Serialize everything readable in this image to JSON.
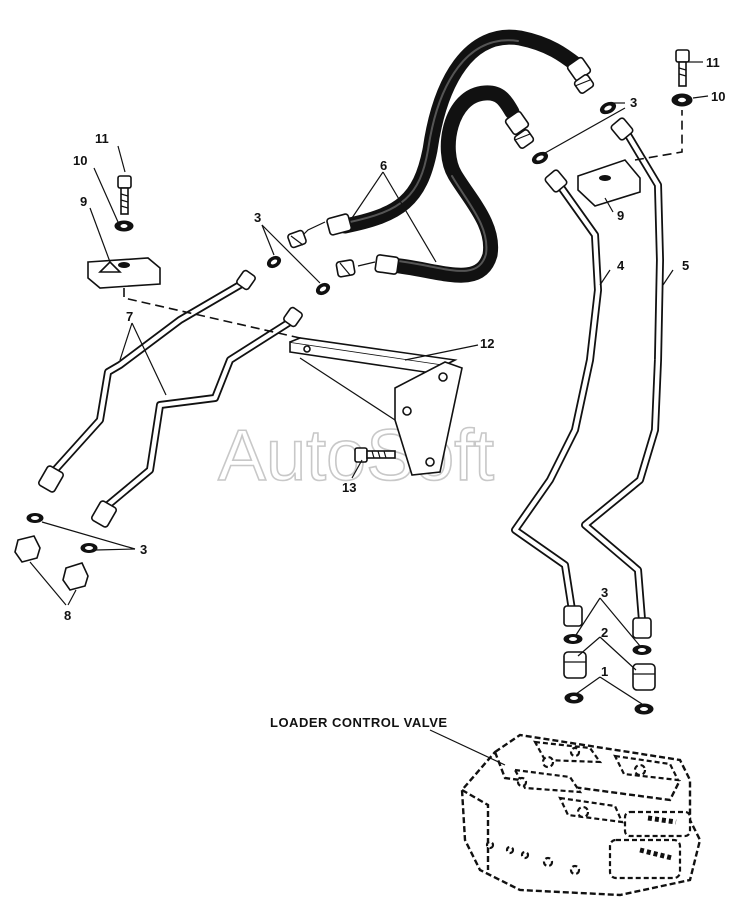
{
  "watermark": "AutoSoft",
  "valve_title": "LOADER CONTROL VALVE",
  "callouts": {
    "c1": "1",
    "c2": "2",
    "c3a": "3",
    "c3b": "3",
    "c3c": "3",
    "c3d": "3",
    "c4": "4",
    "c5": "5",
    "c6": "6",
    "c7": "7",
    "c8": "8",
    "c9a": "9",
    "c9b": "9",
    "c10a": "10",
    "c10b": "10",
    "c11a": "11",
    "c11b": "11",
    "c12": "12",
    "c13": "13"
  }
}
